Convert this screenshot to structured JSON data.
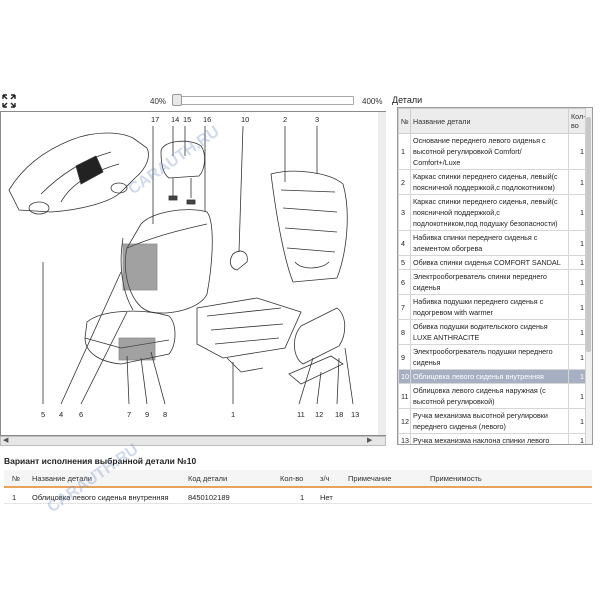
{
  "zoom": {
    "min_label": "40%",
    "max_label": "400%"
  },
  "drawing": {
    "callouts_top": [
      "17",
      "14",
      "15",
      "16",
      "10",
      "2",
      "3"
    ],
    "callouts_bottom": [
      "5",
      "4",
      "6",
      "7",
      "9",
      "8",
      "1",
      "11",
      "12",
      "18",
      "13"
    ]
  },
  "parts": {
    "title": "Детали",
    "columns": {
      "no": "№",
      "name": "Название детали",
      "qty": "Кол-во"
    },
    "rows": [
      {
        "no": "1",
        "name": "Основание переднего левого сиденья с высотной регулировкой Comfort/ Comfort+/Luxe",
        "qty": "1"
      },
      {
        "no": "2",
        "name": "Каркас спинки переднего сиденья, левый(с поясничной поддержкой,с подлокотником)",
        "qty": "1"
      },
      {
        "no": "3",
        "name": "Каркас спинки переднего сиденья, левый(с поясничной поддержкой,с подлокотником,под подушку безопасности)",
        "qty": "1"
      },
      {
        "no": "4",
        "name": "Набивка спинки переднего сиденья с элементом обогрева",
        "qty": "1"
      },
      {
        "no": "5",
        "name": "Обивка спинки сиденья COMFORT SANDAL",
        "qty": "1"
      },
      {
        "no": "6",
        "name": "Электрообогреватель спинки переднего сиденья",
        "qty": "1"
      },
      {
        "no": "7",
        "name": "Набивка подушки переднего сиденья с подогревом with warmer",
        "qty": "1"
      },
      {
        "no": "8",
        "name": "Обивка подушки водительского сиденья LUXE ANTHRACITE",
        "qty": "1"
      },
      {
        "no": "9",
        "name": "Электрообогреватель подушки переднего сиденья",
        "qty": "1"
      },
      {
        "no": "10",
        "name": "Облицовка левого сиденья внутренняя",
        "qty": "1",
        "selected": true
      },
      {
        "no": "11",
        "name": "Облицовка левого сиденья наружная (с высотной регулировкой)",
        "qty": "1"
      },
      {
        "no": "12",
        "name": "Ручка механизма высотной регулировки переднего сиденья (левого)",
        "qty": "1"
      },
      {
        "no": "13",
        "name": "Ручка механизма наклона спинки левого",
        "qty": "1"
      }
    ]
  },
  "variants": {
    "title": "Вариант исполнения выбранной детали №10",
    "columns": {
      "no": "№",
      "name": "Название детали",
      "code": "Код детали",
      "qty": "Кол-во",
      "oh": "з/ч",
      "note": "Примечание",
      "compat": "Применимость"
    },
    "rows": [
      {
        "no": "1",
        "name": "Облицовка левого сиденья внутренняя",
        "code": "8450102189",
        "qty": "1",
        "oh": "Нет",
        "note": "",
        "compat": ""
      }
    ]
  },
  "watermarks": [
    "CARAUTH.RU",
    "CARAUTH.RU"
  ]
}
